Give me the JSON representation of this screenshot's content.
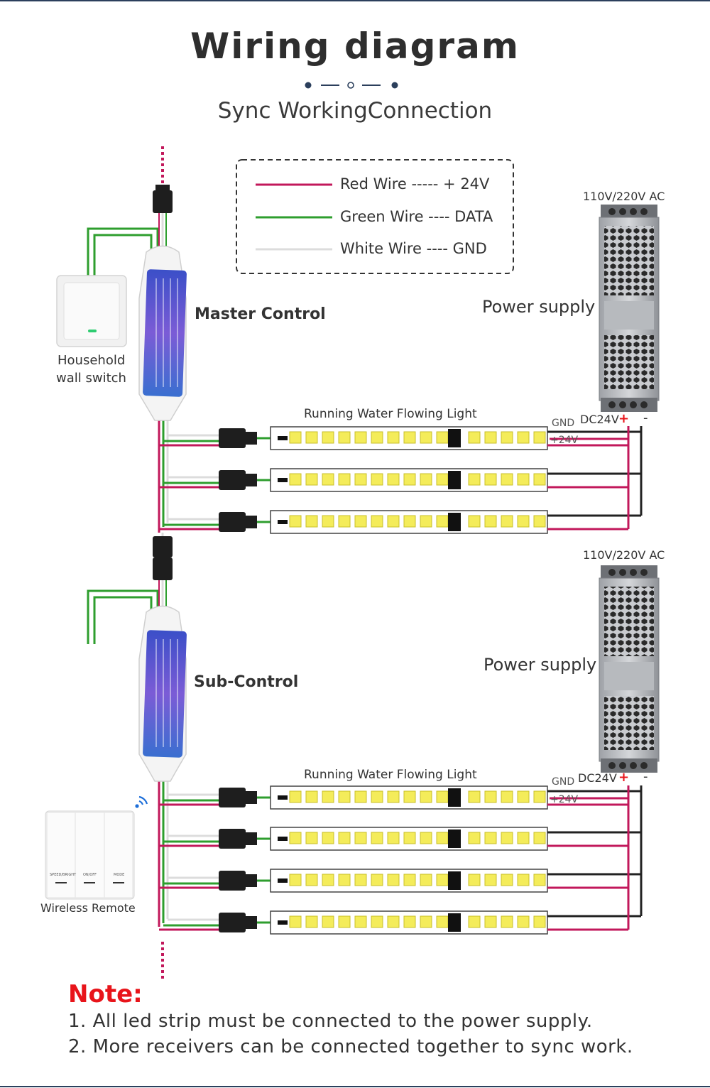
{
  "title": "Wiring diagram",
  "subtitle": "Sync WorkingConnection",
  "legend": {
    "red": "Red Wire ----- + 24V",
    "green": "Green Wire ---- DATA",
    "white": "White Wire ---- GND"
  },
  "master": {
    "label": "Master Control",
    "switch_label_1": "Household",
    "switch_label_2": "wall switch"
  },
  "sub": {
    "label": "Sub-Control",
    "remote_label": "Wireless Remote",
    "remote_buttons": [
      "SPEED/BRIGHT",
      "ON/OFF",
      "MODE"
    ]
  },
  "power_supply": {
    "label": "Power supply",
    "ac": "110V/220V AC",
    "dc": "DC24V",
    "plus": "+",
    "minus": "-",
    "gnd": "GND",
    "v24": "+24V"
  },
  "strip_label": "Running Water Flowing Light",
  "colors": {
    "red": "#c2185b",
    "green": "#2e9e2e",
    "white": "#dcdcdc",
    "black": "#222222",
    "note": "#e8141a",
    "accent": "#2b3f5c"
  },
  "note": {
    "title": "Note:",
    "lines": [
      "1.  All led strip must be connected to the power supply.",
      "2.  More receivers can be connected together to sync work."
    ]
  }
}
